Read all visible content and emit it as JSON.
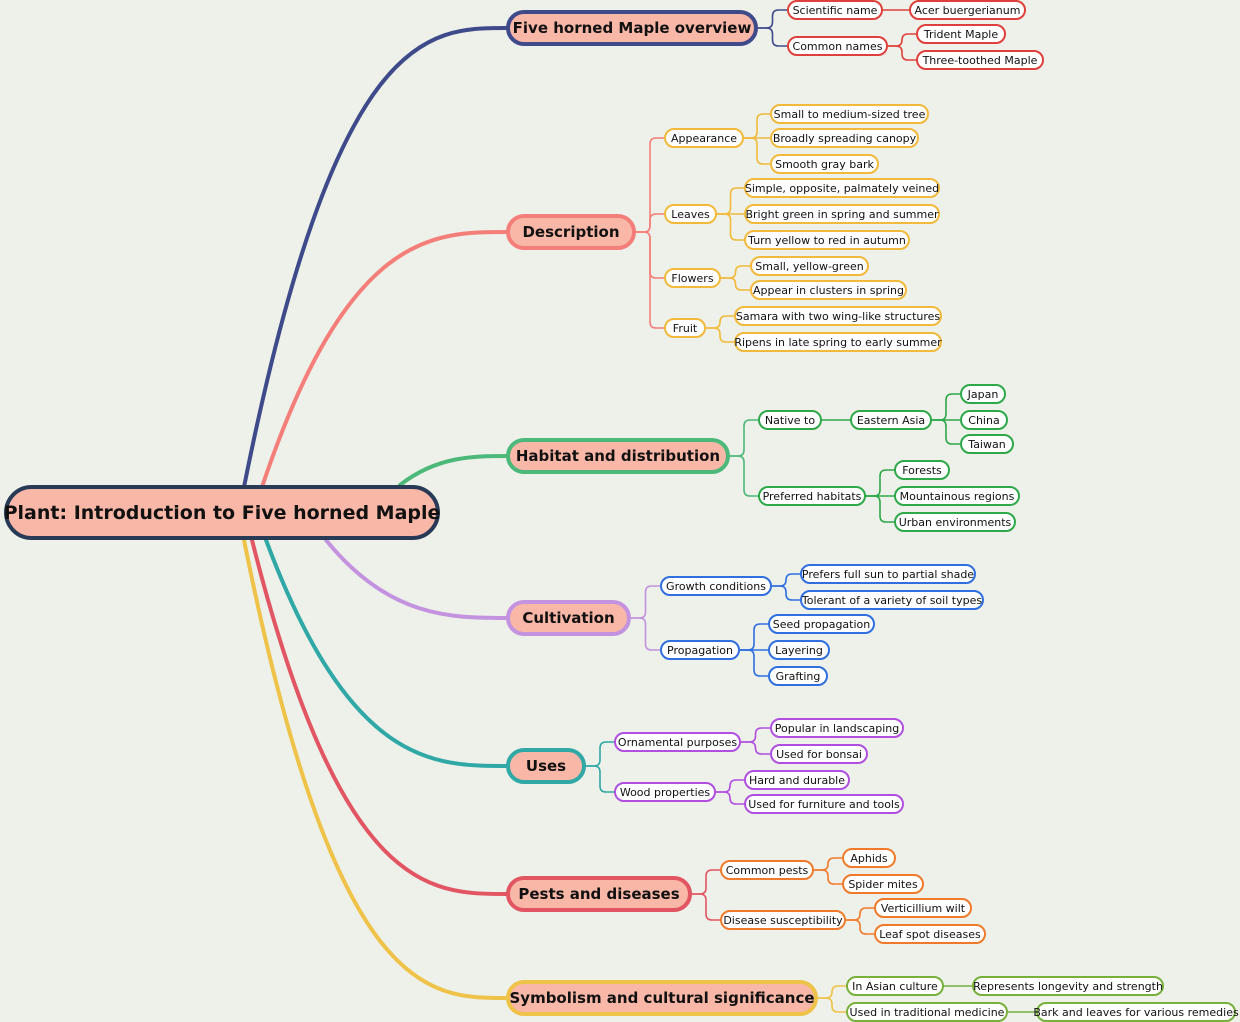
{
  "root": {
    "label": "Plant: Introduction to Five horned Maple"
  },
  "branches": [
    {
      "label": "Five horned Maple overview",
      "color": "#3f4a8a",
      "sub_color": "#e0403c",
      "children": [
        {
          "label": "Scientific name",
          "children": [
            {
              "label": "Acer buergerianum"
            }
          ]
        },
        {
          "label": "Common names",
          "children": [
            {
              "label": "Trident Maple"
            },
            {
              "label": "Three-toothed Maple"
            }
          ]
        }
      ]
    },
    {
      "label": "Description",
      "color": "#f47f7a",
      "sub_color": "#f2b93b",
      "children": [
        {
          "label": "Appearance",
          "children": [
            {
              "label": "Small to medium-sized tree"
            },
            {
              "label": "Broadly spreading canopy"
            },
            {
              "label": "Smooth gray bark"
            }
          ]
        },
        {
          "label": "Leaves",
          "children": [
            {
              "label": "Simple, opposite, palmately veined"
            },
            {
              "label": "Bright green in spring and summer"
            },
            {
              "label": "Turn yellow to red in autumn"
            }
          ]
        },
        {
          "label": "Flowers",
          "children": [
            {
              "label": "Small, yellow-green"
            },
            {
              "label": "Appear in clusters in spring"
            }
          ]
        },
        {
          "label": "Fruit",
          "children": [
            {
              "label": "Samara with two wing-like structures"
            },
            {
              "label": "Ripens in late spring to early summer"
            }
          ]
        }
      ]
    },
    {
      "label": "Habitat and distribution",
      "color": "#4cb87a",
      "sub_color": "#2fa84a",
      "children": [
        {
          "label": "Native to",
          "children": [
            {
              "label": "Eastern Asia",
              "children": [
                {
                  "label": "Japan"
                },
                {
                  "label": "China"
                },
                {
                  "label": "Taiwan"
                }
              ]
            }
          ]
        },
        {
          "label": "Preferred habitats",
          "children": [
            {
              "label": "Forests"
            },
            {
              "label": "Mountainous regions"
            },
            {
              "label": "Urban environments"
            }
          ]
        }
      ]
    },
    {
      "label": "Cultivation",
      "color": "#c393e0",
      "sub_color": "#2f6fe0",
      "children": [
        {
          "label": "Growth conditions",
          "children": [
            {
              "label": "Prefers full sun to partial shade"
            },
            {
              "label": "Tolerant of a variety of soil types"
            }
          ]
        },
        {
          "label": "Propagation",
          "children": [
            {
              "label": "Seed propagation"
            },
            {
              "label": "Layering"
            },
            {
              "label": "Grafting"
            }
          ]
        }
      ]
    },
    {
      "label": "Uses",
      "color": "#2fa8a6",
      "sub_color": "#b14fe0",
      "children": [
        {
          "label": "Ornamental purposes",
          "children": [
            {
              "label": "Popular in landscaping"
            },
            {
              "label": "Used for bonsai"
            }
          ]
        },
        {
          "label": "Wood properties",
          "children": [
            {
              "label": "Hard and durable"
            },
            {
              "label": "Used for furniture and tools"
            }
          ]
        }
      ]
    },
    {
      "label": "Pests and diseases",
      "color": "#e25663",
      "sub_color": "#f07a2a",
      "children": [
        {
          "label": "Common pests",
          "children": [
            {
              "label": "Aphids"
            },
            {
              "label": "Spider mites"
            }
          ]
        },
        {
          "label": "Disease susceptibility",
          "children": [
            {
              "label": "Verticillium wilt"
            },
            {
              "label": "Leaf spot diseases"
            }
          ]
        }
      ]
    },
    {
      "label": "Symbolism and cultural significance",
      "color": "#efc24a",
      "sub_color": "#78b03c",
      "children": [
        {
          "label": "In Asian culture",
          "children": [
            {
              "label": "Represents longevity and strength"
            }
          ]
        },
        {
          "label": "Used in traditional medicine",
          "children": [
            {
              "label": "Bark and leaves for various remedies"
            }
          ]
        }
      ]
    }
  ]
}
